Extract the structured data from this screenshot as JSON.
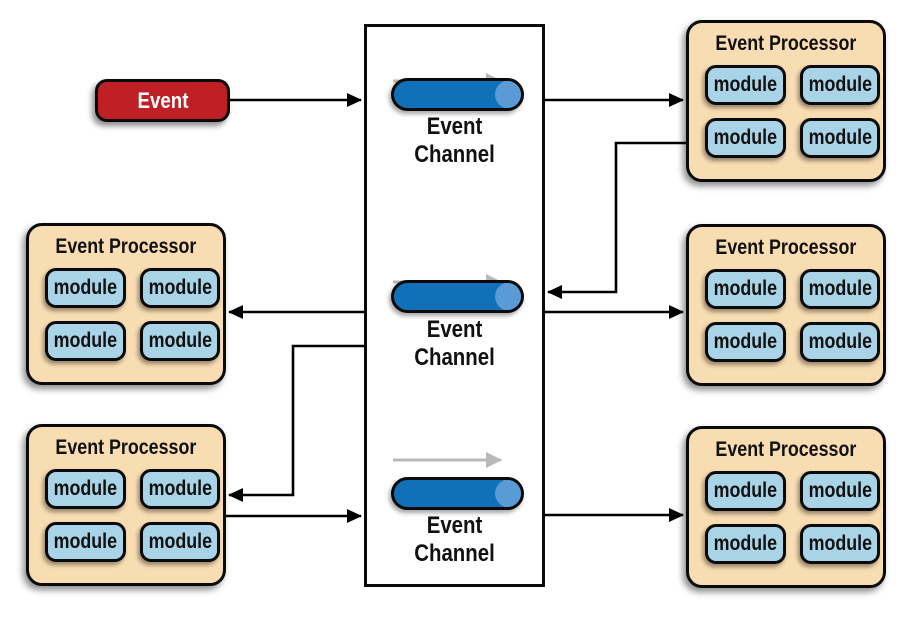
{
  "diagram": {
    "event": {
      "label": "Event"
    },
    "channels": [
      {
        "line1": "Event",
        "line2": "Channel"
      },
      {
        "line1": "Event",
        "line2": "Channel"
      },
      {
        "line1": "Event",
        "line2": "Channel"
      }
    ],
    "processors": [
      {
        "position": "top-right",
        "title": "Event Processor",
        "modules": [
          "module",
          "module",
          "module",
          "module"
        ]
      },
      {
        "position": "middle-right",
        "title": "Event Processor",
        "modules": [
          "module",
          "module",
          "module",
          "module"
        ]
      },
      {
        "position": "bottom-right",
        "title": "Event Processor",
        "modules": [
          "module",
          "module",
          "module",
          "module"
        ]
      },
      {
        "position": "middle-left",
        "title": "Event Processor",
        "modules": [
          "module",
          "module",
          "module",
          "module"
        ]
      },
      {
        "position": "bottom-left",
        "title": "Event Processor",
        "modules": [
          "module",
          "module",
          "module",
          "module"
        ]
      }
    ],
    "colors": {
      "event_fill": "#be2026",
      "event_text": "#ffffff",
      "processor_fill": "#f8dcb2",
      "module_fill": "#a9d4e8",
      "channel_cylinder_fill": "#1270b8",
      "channel_cylinder_cap": "#5b9bd5",
      "flow_arrow": "#b9b9b9",
      "connector": "#000000",
      "outline": "#0a0a0a"
    }
  }
}
